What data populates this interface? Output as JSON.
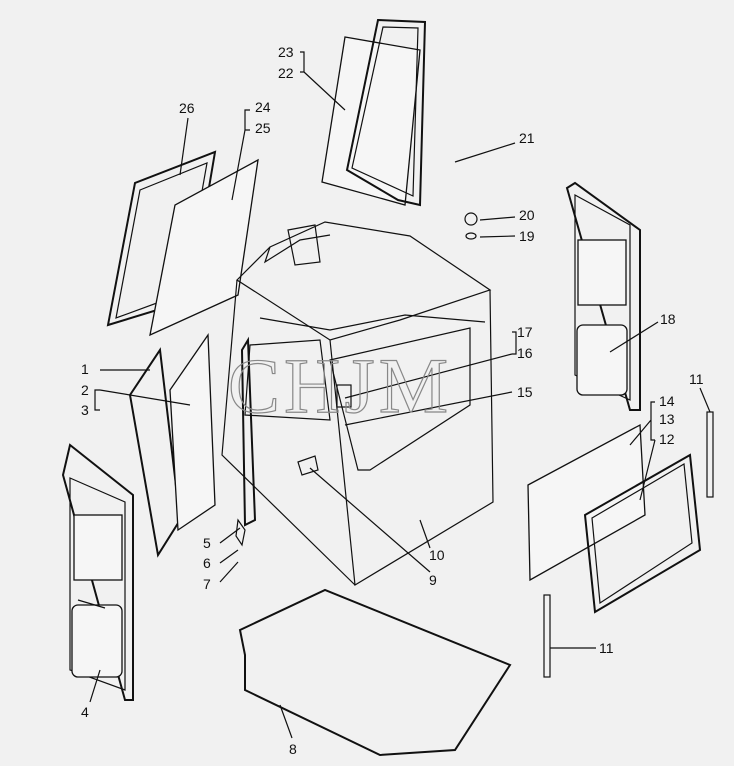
{
  "watermark": "CHJM",
  "callouts": [
    {
      "id": "c23",
      "text": "23"
    },
    {
      "id": "c22",
      "text": "22"
    },
    {
      "id": "c26",
      "text": "26"
    },
    {
      "id": "c24",
      "text": "24"
    },
    {
      "id": "c25",
      "text": "25"
    },
    {
      "id": "c21",
      "text": "21"
    },
    {
      "id": "c20",
      "text": "20"
    },
    {
      "id": "c19",
      "text": "19"
    },
    {
      "id": "c18",
      "text": "18"
    },
    {
      "id": "c17",
      "text": "17"
    },
    {
      "id": "c16",
      "text": "16"
    },
    {
      "id": "c15",
      "text": "15"
    },
    {
      "id": "c1",
      "text": "1"
    },
    {
      "id": "c2",
      "text": "2"
    },
    {
      "id": "c3",
      "text": "3"
    },
    {
      "id": "c11a",
      "text": "11"
    },
    {
      "id": "c14",
      "text": "14"
    },
    {
      "id": "c13",
      "text": "13"
    },
    {
      "id": "c12",
      "text": "12"
    },
    {
      "id": "c5",
      "text": "5"
    },
    {
      "id": "c6",
      "text": "6"
    },
    {
      "id": "c7",
      "text": "7"
    },
    {
      "id": "c10",
      "text": "10"
    },
    {
      "id": "c9",
      "text": "9"
    },
    {
      "id": "c11b",
      "text": "11"
    },
    {
      "id": "c4",
      "text": "4"
    },
    {
      "id": "c8",
      "text": "8"
    }
  ]
}
